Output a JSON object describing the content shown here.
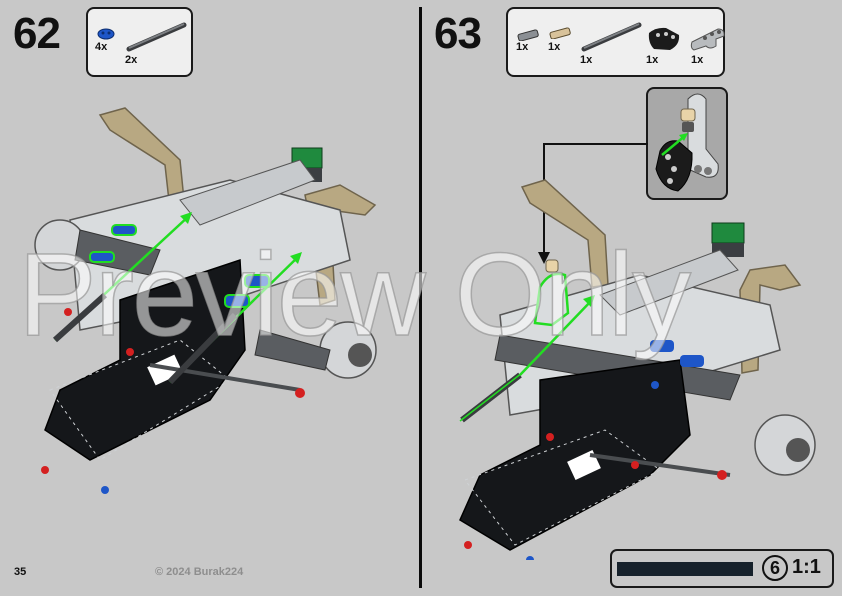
{
  "document": {
    "type": "building-instructions",
    "page_number": "35",
    "copyright": "© 2024 Burak224",
    "watermark": "Preview Only"
  },
  "steps": [
    {
      "number": "62",
      "parts": [
        {
          "icon": "blue-connector-icon",
          "color": "#1e56c8",
          "qty": "4x"
        },
        {
          "icon": "dark-gray-axle-icon",
          "color": "#5c5f62",
          "qty": "2x"
        }
      ]
    },
    {
      "number": "63",
      "parts": [
        {
          "icon": "gray-axle-pin-icon",
          "color": "#8b8f94",
          "qty": "1x"
        },
        {
          "icon": "tan-pin-icon",
          "color": "#d8c29a",
          "qty": "1x"
        },
        {
          "icon": "dark-gray-axle-icon",
          "color": "#5c5f62",
          "qty": "1x"
        },
        {
          "icon": "black-cam-plate-icon",
          "color": "#1b1b1b",
          "qty": "1x"
        },
        {
          "icon": "light-gray-l-beam-icon",
          "color": "#b8bbbe",
          "qty": "1x"
        }
      ],
      "subassembly_inset": true
    }
  ],
  "progress": {
    "circle_label": "6",
    "scale_label": "1:1"
  },
  "colors": {
    "background": "#c8c8c8",
    "highlight_green": "#22dd22",
    "tan": "#b8a882",
    "technic_black": "#15171a",
    "light_gray": "#d9dcde",
    "blue": "#1e56c8",
    "red": "#d42020",
    "sensor_green": "#1f8a3e"
  }
}
